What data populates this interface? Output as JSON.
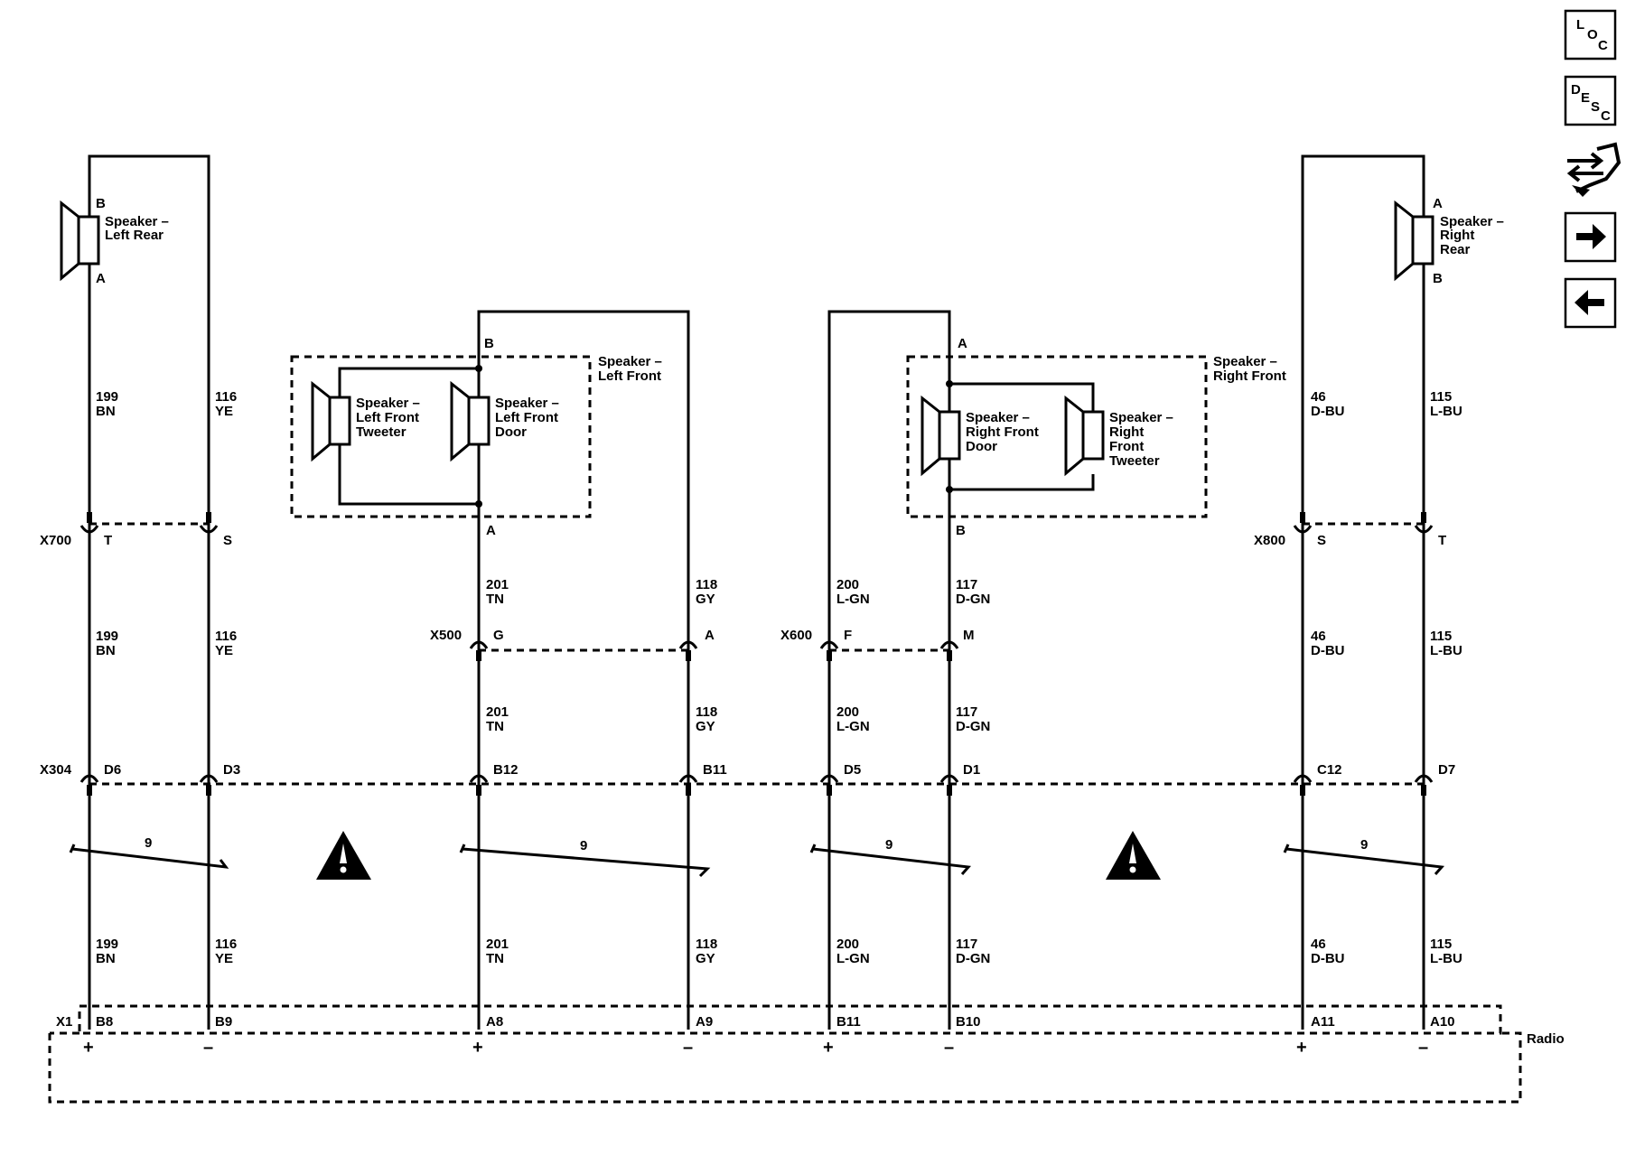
{
  "nav": {
    "loc": {
      "l": "L",
      "o": "O",
      "c": "C"
    },
    "desc": {
      "d": "D",
      "e": "E",
      "s": "S",
      "c": "C"
    }
  },
  "speakers": {
    "left_rear": {
      "line1": "Speaker –",
      "line2": "Left Rear",
      "pin_top": "B",
      "pin_bottom": "A"
    },
    "right_rear": {
      "line1": "Speaker –",
      "line2": "Right",
      "line3": "Rear",
      "pin_top": "A",
      "pin_bottom": "B"
    },
    "left_front": {
      "line1": "Speaker –",
      "line2": "Left Front",
      "pin_top": "B",
      "pin_bottom": "A"
    },
    "right_front": {
      "line1": "Speaker –",
      "line2": "Right Front",
      "pin_top": "A",
      "pin_bottom": "B"
    },
    "lf_tweeter": {
      "line1": "Speaker –",
      "line2": "Left Front",
      "line3": "Tweeter"
    },
    "lf_door": {
      "line1": "Speaker –",
      "line2": "Left Front",
      "line3": "Door"
    },
    "rf_door": {
      "line1": "Speaker –",
      "line2": "Right Front",
      "line3": "Door"
    },
    "rf_tweeter": {
      "line1": "Speaker –",
      "line2": "Right",
      "line3": "Front",
      "line4": "Tweeter"
    }
  },
  "connectors": {
    "x700": {
      "name": "X700",
      "pin1": "T",
      "pin2": "S"
    },
    "x800": {
      "name": "X800",
      "pin1": "S",
      "pin2": "T"
    },
    "x500": {
      "name": "X500",
      "pin1": "G",
      "pin2": "A"
    },
    "x600": {
      "name": "X600",
      "pin1": "F",
      "pin2": "M"
    },
    "x304": {
      "name": "X304",
      "pins": [
        "D6",
        "D3",
        "B12",
        "B11",
        "D5",
        "D1",
        "C12",
        "D7"
      ]
    },
    "x1": {
      "name": "X1",
      "pins": [
        "B8",
        "B9",
        "A8",
        "A9",
        "B11",
        "B10",
        "A11",
        "A10"
      ]
    }
  },
  "wires": [
    {
      "circuit": "199",
      "color": "BN"
    },
    {
      "circuit": "116",
      "color": "YE"
    },
    {
      "circuit": "201",
      "color": "TN"
    },
    {
      "circuit": "118",
      "color": "GY"
    },
    {
      "circuit": "200",
      "color": "L-GN"
    },
    {
      "circuit": "117",
      "color": "D-GN"
    },
    {
      "circuit": "46",
      "color": "D-BU"
    },
    {
      "circuit": "115",
      "color": "L-BU"
    }
  ],
  "twist_counts": [
    "9",
    "9",
    "9",
    "9"
  ],
  "polarity": [
    "+",
    "–",
    "+",
    "–",
    "+",
    "–",
    "+",
    "–"
  ],
  "radio": {
    "label": "Radio"
  }
}
